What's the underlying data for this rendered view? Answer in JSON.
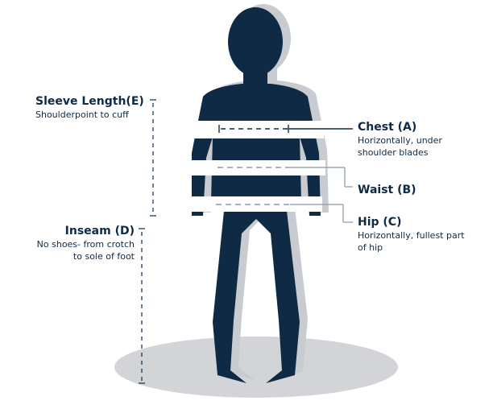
{
  "colors": {
    "figure": "#0f2a45",
    "shadow": "#c8cbd0",
    "floor": "#d2d4d8",
    "band": "#ffffff",
    "dash_light": "#cdd2d8",
    "text": "#0f2a45"
  },
  "measurements": {
    "sleeve": {
      "title": "Sleeve Length(E)",
      "desc_lines": [
        "Shoulderpoint to cuff"
      ]
    },
    "inseam": {
      "title": "Inseam (D)",
      "desc_lines": [
        "No shoes- from crotch",
        "to sole of foot"
      ]
    },
    "chest": {
      "title": "Chest (A)",
      "desc_lines": [
        "Horizontally, under",
        "shoulder blades"
      ]
    },
    "waist": {
      "title": "Waist (B)",
      "desc_lines": []
    },
    "hip": {
      "title": "Hip (C)",
      "desc_lines": [
        "Horizontally, fullest part",
        "of hip"
      ]
    }
  }
}
